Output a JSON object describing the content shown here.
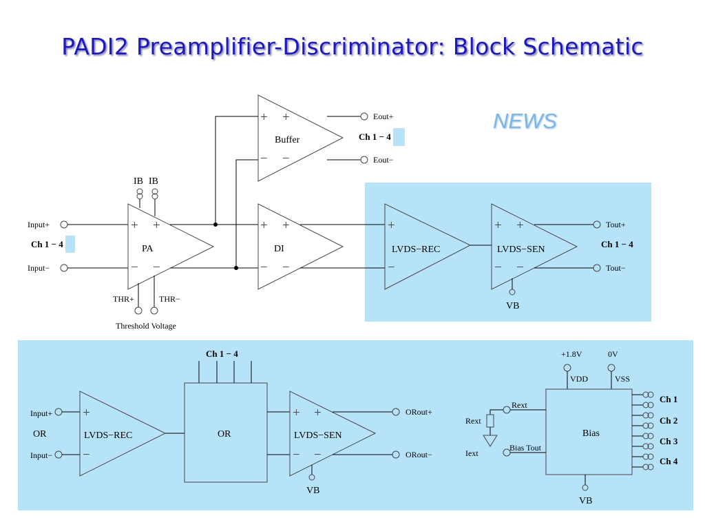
{
  "slide": {
    "title": "PADI2 Preamplifier-Discriminator: Block Schematic",
    "news": "NEWS"
  },
  "top_diagram": {
    "buffer_label": "Buffer",
    "pa_label": "PA",
    "di_label": "DI",
    "lvds_rec_label": "LVDS−REC",
    "lvds_sen_label": "LVDS−SEN",
    "input_plus": "Input+",
    "input_minus": "Input−",
    "ch_pre": "Ch 1 − ",
    "ch_num": "4",
    "eout_plus": "Eout+",
    "eout_minus": "Eout−",
    "tout_plus": "Tout+",
    "tout_minus": "Tout−",
    "ch_right": "Ch 1 − 4",
    "ib_1": "IB",
    "ib_2": "IB",
    "thr_plus": "THR+",
    "thr_minus": "THR−",
    "threshold_voltage": "Threshold Voltage",
    "vb": "VB",
    "plus": "+",
    "minus": "−"
  },
  "bottom_diagram": {
    "ch_top": "Ch 1 − 4",
    "input_plus": "Input+",
    "input_minus": "Input−",
    "or_left": "OR",
    "lvds_rec_label": "LVDS−REC",
    "or_box": "OR",
    "lvds_sen_label": "LVDS−SEN",
    "orout_plus": "ORout+",
    "orout_minus": "ORout−",
    "vb": "VB",
    "plus": "+",
    "minus": "−"
  },
  "bias_diagram": {
    "v18": "+1.8V",
    "v0": "0V",
    "vdd": "VDD",
    "vss": "VSS",
    "rext_pin": "Rext",
    "rext_res": "Rext",
    "iext": "Iext",
    "bias_tout": "Bias Tout",
    "bias_box": "Bias",
    "ch1": "Ch 1",
    "ch2": "Ch 2",
    "ch3": "Ch 3",
    "ch4": "Ch 4",
    "vb": "VB"
  },
  "colors": {
    "title": "#1d1ab8",
    "news": "#7eb6e8",
    "panel": "#b7e3f9",
    "highlight": "#b7e3f9"
  }
}
